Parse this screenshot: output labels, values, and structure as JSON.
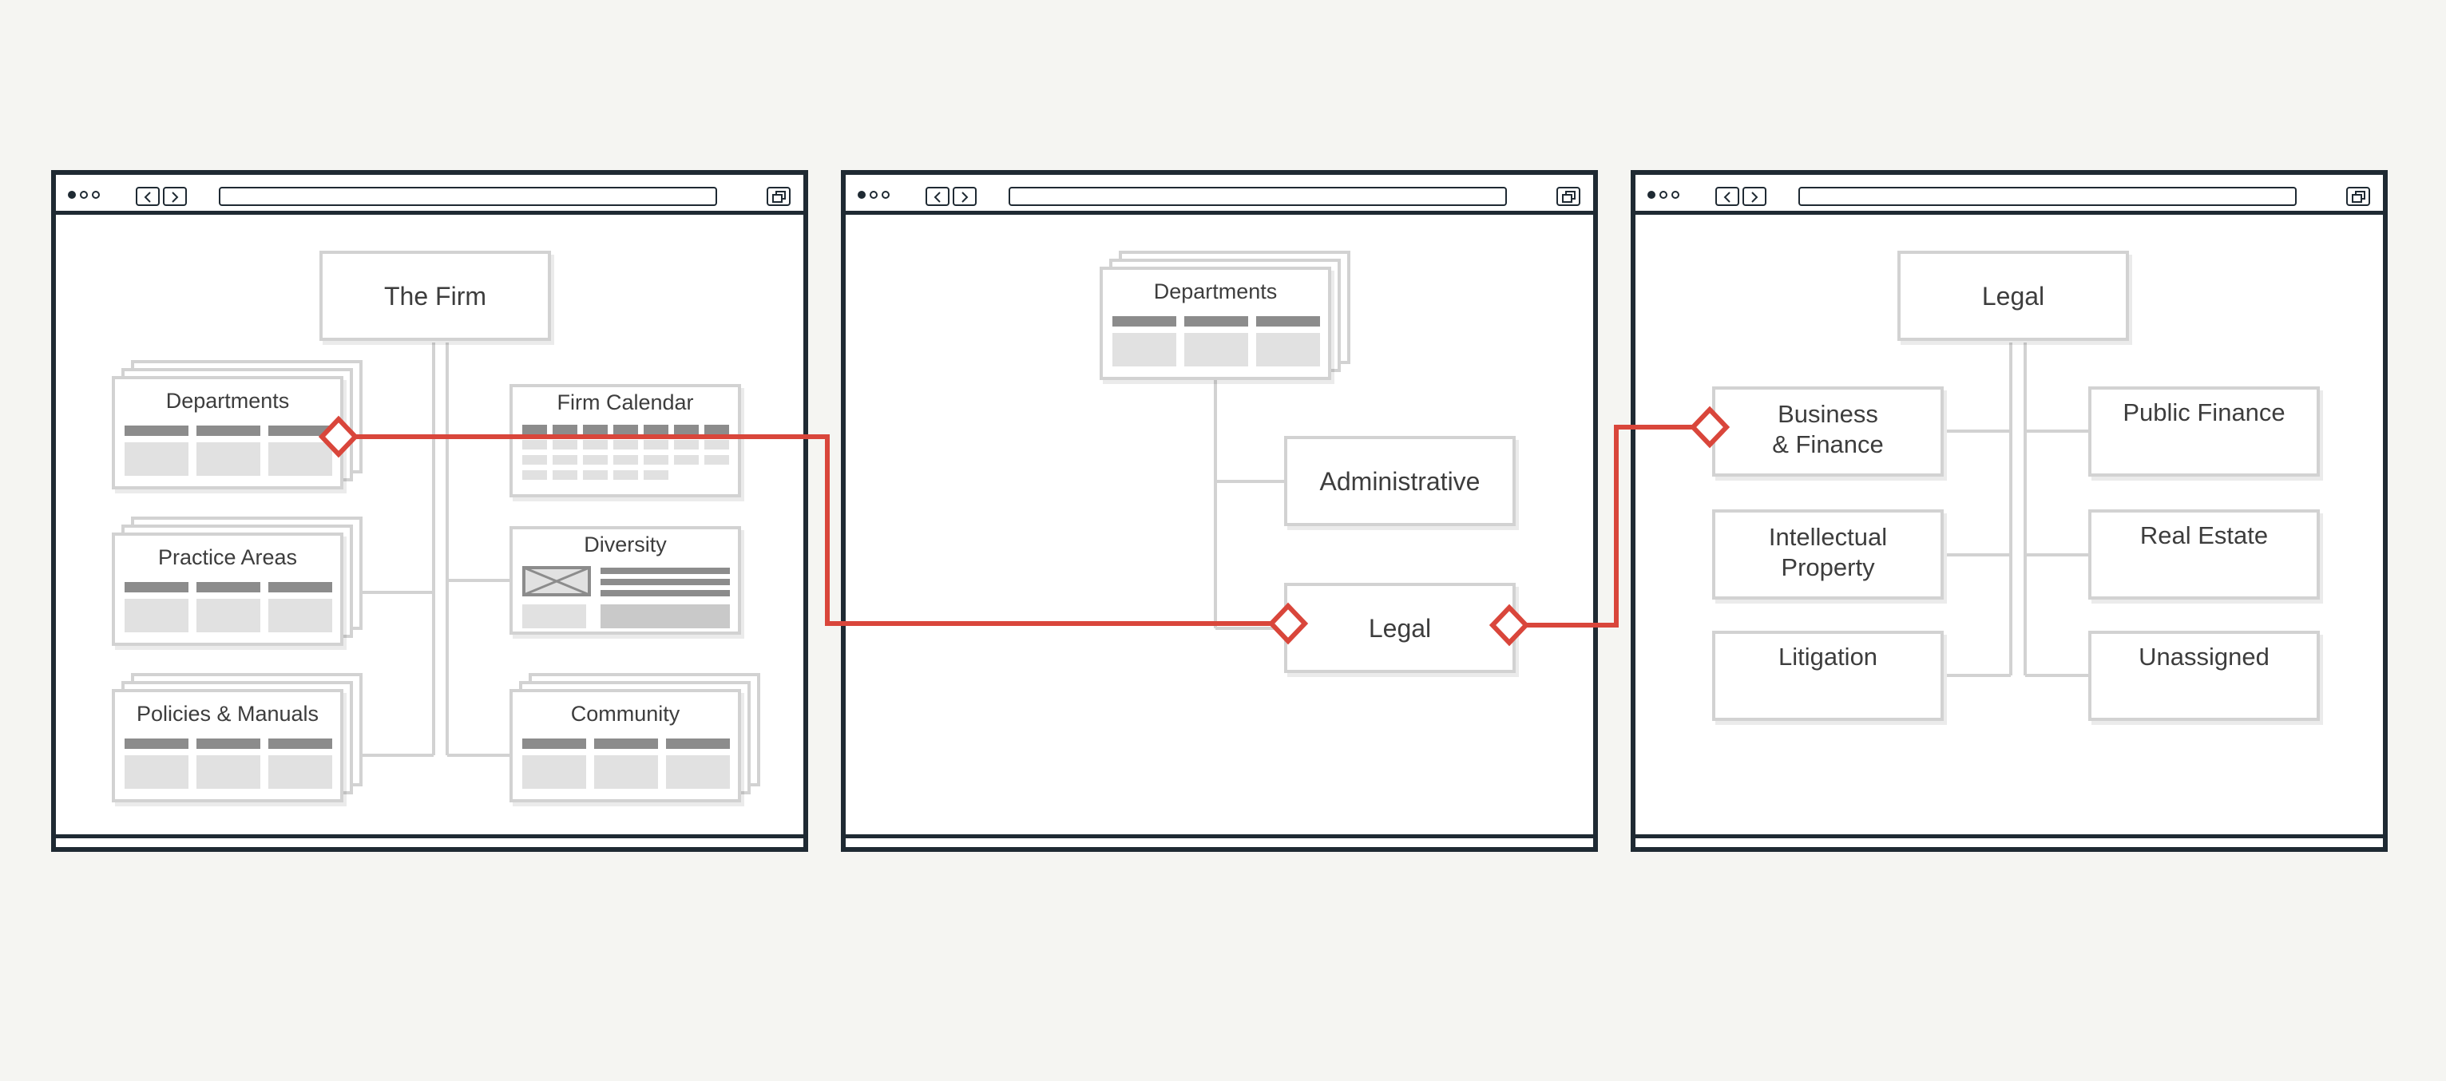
{
  "windows": [
    {
      "id": "home",
      "root": "The Firm",
      "left_cards": [
        "Departments",
        "Practice Areas",
        "Policies & Manuals"
      ],
      "right_cards": [
        "Firm Calendar",
        "Diversity",
        "Community"
      ]
    },
    {
      "id": "departments",
      "root": "Departments",
      "children": [
        "Administrative",
        "Legal"
      ]
    },
    {
      "id": "legal",
      "root": "Legal",
      "left_cards": [
        "Business & Finance",
        "Intellectual Property",
        "Litigation"
      ],
      "right_cards": [
        "Public Finance",
        "Real Estate",
        "Unassigned"
      ]
    }
  ],
  "colors": {
    "frame": "#1f2a33",
    "card_border": "#d2d2d2",
    "connector": "#d2d2d2",
    "path": "#d9463b",
    "background": "#f5f5f2"
  },
  "icons": [
    "window-dots-icon",
    "back-arrow-icon",
    "forward-arrow-icon",
    "copy-window-icon",
    "image-placeholder-icon",
    "link-diamond-icon"
  ]
}
